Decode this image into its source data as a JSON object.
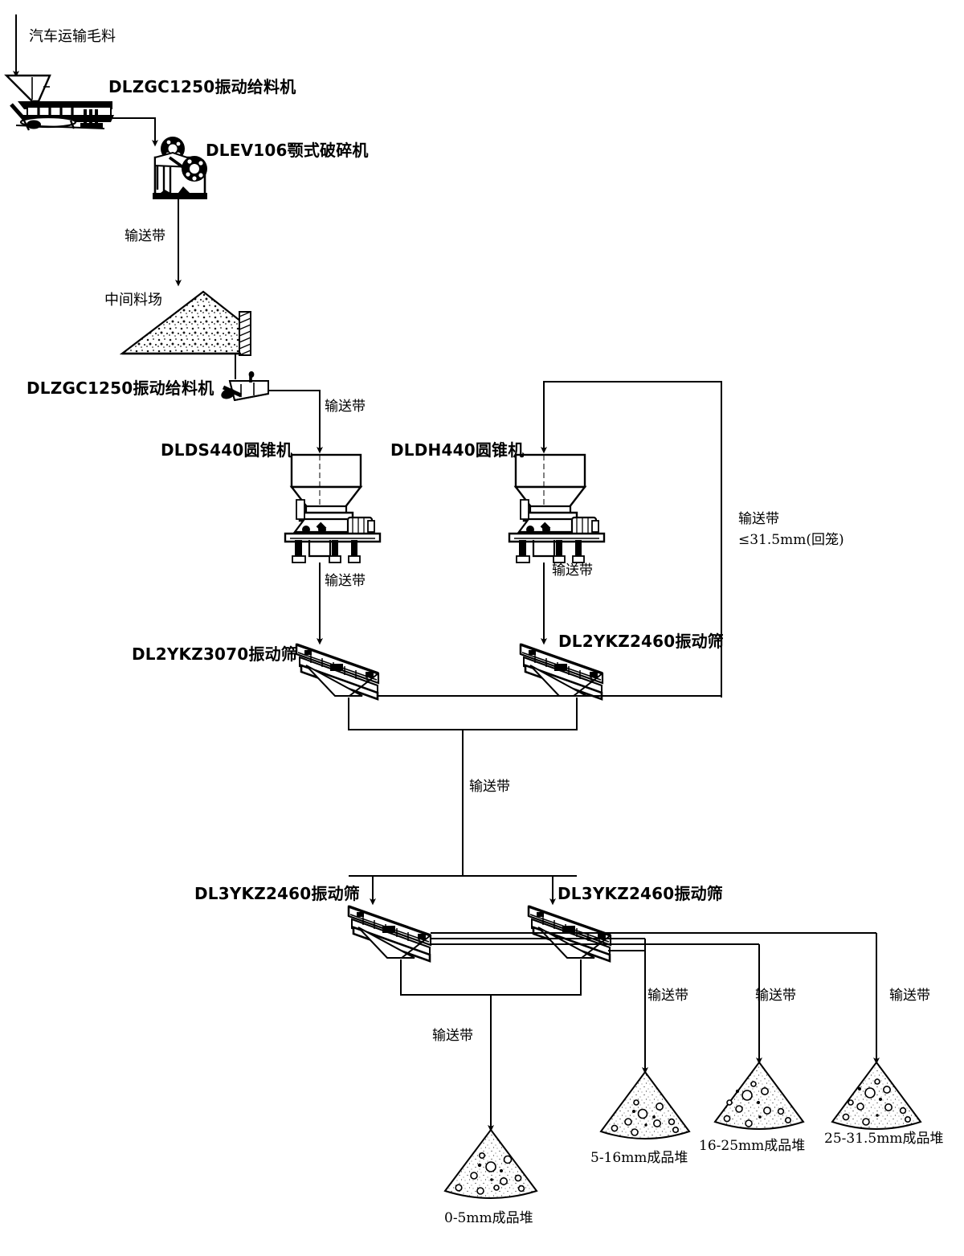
{
  "diagram": {
    "title": "",
    "stroke_color": "#000000",
    "background": "#ffffff"
  },
  "labels": {
    "raw_material_feed": "汽车运输毛料",
    "vibrating_feeder_1": "DLZGC1250振动给料机",
    "jaw_crusher": "DLEV106颚式破碎机",
    "conveyor_1": "输送带",
    "intermediate_yard": "中间料场",
    "vibrating_feeder_2": "DLZGC1250振动给料机",
    "conveyor_2": "输送带",
    "cone_crusher_left": "DLDS440圆锥机",
    "cone_crusher_right": "DLDH440圆锥机",
    "conveyor_3": "输送带",
    "conveyor_4": "输送带",
    "recirc_line1": "输送带",
    "recirc_line2": "≤31.5mm(回笼)",
    "screen_2ykz3070": "DL2YKZ3070振动筛",
    "screen_2ykz2460": "DL2YKZ2460振动筛",
    "conveyor_5": "输送带",
    "screen_3ykz2460_left": "DL3YKZ2460振动筛",
    "screen_3ykz2460_right": "DL3YKZ2460振动筛",
    "conveyor_6": "输送带",
    "conveyor_7": "输送带",
    "conveyor_8": "输送带",
    "conveyor_9": "输送带",
    "pile_0_5": "0-5mm成品堆",
    "pile_5_16": "5-16mm成品堆",
    "pile_16_25": "16-25mm成品堆",
    "pile_25_315": "25-31.5mm成品堆"
  },
  "equipment": [
    {
      "id": "vibrating-feeder-1",
      "name": "DLZGC1250振动给料机",
      "type": "vibrating-feeder"
    },
    {
      "id": "jaw-crusher",
      "name": "DLEV106颚式破碎机",
      "type": "jaw-crusher"
    },
    {
      "id": "intermediate-yard",
      "name": "中间料场",
      "type": "stockpile-yard"
    },
    {
      "id": "vibrating-feeder-2",
      "name": "DLZGC1250振动给料机",
      "type": "vibrating-feeder"
    },
    {
      "id": "cone-crusher-ds440",
      "name": "DLDS440圆锥机",
      "type": "cone-crusher"
    },
    {
      "id": "cone-crusher-dh440",
      "name": "DLDH440圆锥机",
      "type": "cone-crusher"
    },
    {
      "id": "screen-2ykz3070",
      "name": "DL2YKZ3070振动筛",
      "type": "vibrating-screen"
    },
    {
      "id": "screen-2ykz2460",
      "name": "DL2YKZ2460振动筛",
      "type": "vibrating-screen"
    },
    {
      "id": "screen-3ykz2460-left",
      "name": "DL3YKZ2460振动筛",
      "type": "vibrating-screen"
    },
    {
      "id": "screen-3ykz2460-right",
      "name": "DL3YKZ2460振动筛",
      "type": "vibrating-screen"
    }
  ],
  "products": [
    {
      "id": "pile-0-5",
      "label": "0-5mm成品堆",
      "size_range": "0-5mm"
    },
    {
      "id": "pile-5-16",
      "label": "5-16mm成品堆",
      "size_range": "5-16mm"
    },
    {
      "id": "pile-16-25",
      "label": "16-25mm成品堆",
      "size_range": "16-25mm"
    },
    {
      "id": "pile-25-31-5",
      "label": "25-31.5mm成品堆",
      "size_range": "25-31.5mm"
    }
  ]
}
